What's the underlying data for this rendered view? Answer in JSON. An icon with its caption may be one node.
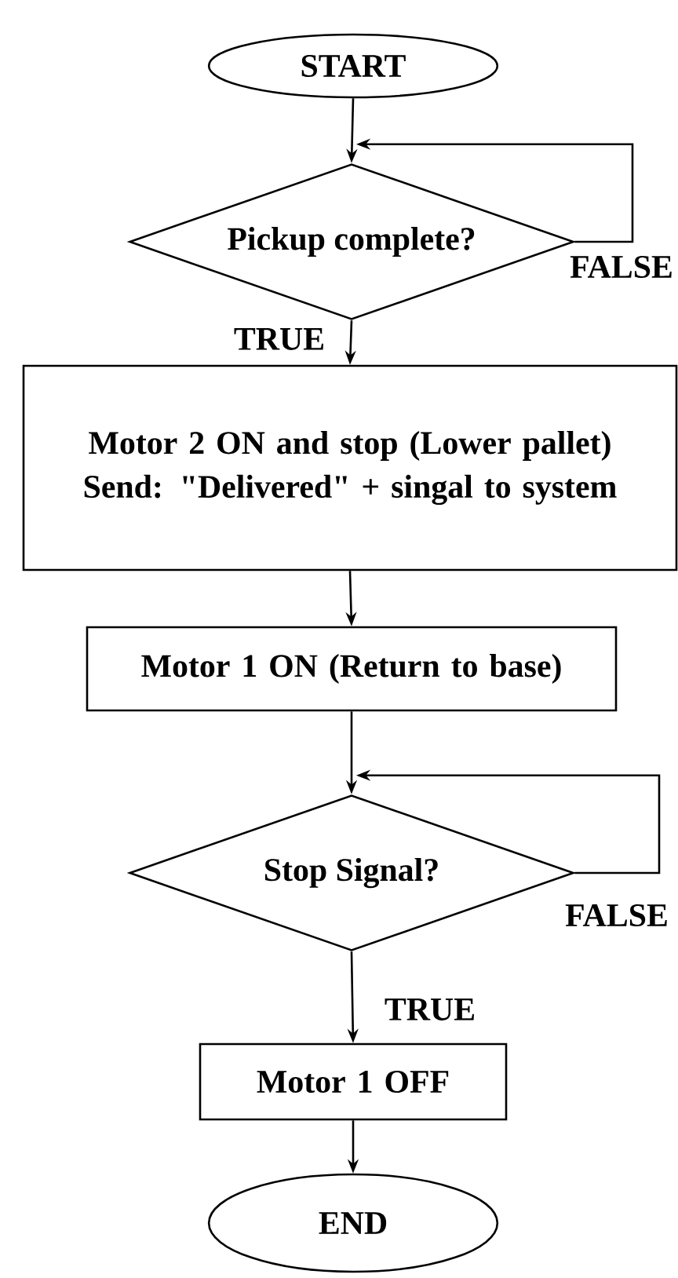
{
  "diagram": {
    "nodes": [
      {
        "text": [
          "START"
        ]
      },
      {
        "text": [
          "Pickup complete?"
        ]
      },
      {
        "text": [
          "Motor 2 ON and stop (Lower pallet) Send: \"Delivered\" + singal to system"
        ]
      },
      {
        "text": [
          "Motor 1 ON (Return to base)"
        ]
      },
      {
        "text": [
          "Stop Signal?"
        ]
      },
      {
        "text": [
          "Motor 1 OFF"
        ]
      },
      {
        "text": [
          "END"
        ]
      }
    ],
    "edges": [
      {
        "from": 0,
        "to": 1,
        "arrow": "to"
      },
      {
        "from": 1,
        "to": 1,
        "arrow": "to",
        "label": "FALSE"
      },
      {
        "from": 1,
        "to": 2,
        "arrow": "to",
        "label": "TRUE"
      },
      {
        "from": 2,
        "to": 3,
        "arrow": "to"
      },
      {
        "from": 3,
        "to": 4,
        "arrow": "to"
      },
      {
        "from": 4,
        "to": 4,
        "arrow": "to",
        "label": "FALSE"
      },
      {
        "from": 4,
        "to": 5,
        "arrow": "to",
        "label": "TRUE"
      },
      {
        "from": 5,
        "to": 6,
        "arrow": "to"
      }
    ]
  }
}
